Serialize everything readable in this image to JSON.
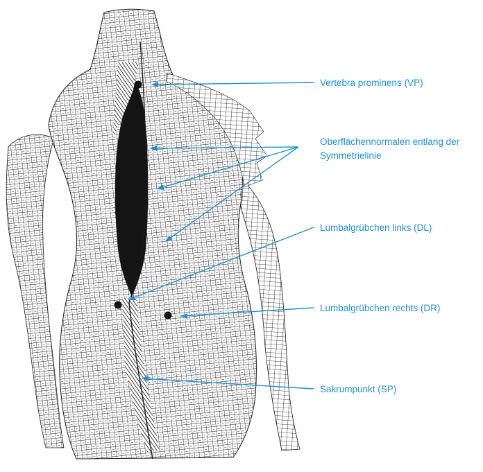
{
  "colors": {
    "annotation": "#1e8fd0",
    "mesh": "#1a1a1a",
    "background": "#ffffff"
  },
  "labels": {
    "vp": "Vertebra prominens (VP)",
    "normals_line1": "Oberflächennormalen entlang der",
    "normals_line2": "Symmetrielinie",
    "dl": "Lumbalgrübchen links (DL)",
    "dr": "Lumbalgrübchen rechts (DR)",
    "sp": "Sakrumpunkt (SP)"
  }
}
